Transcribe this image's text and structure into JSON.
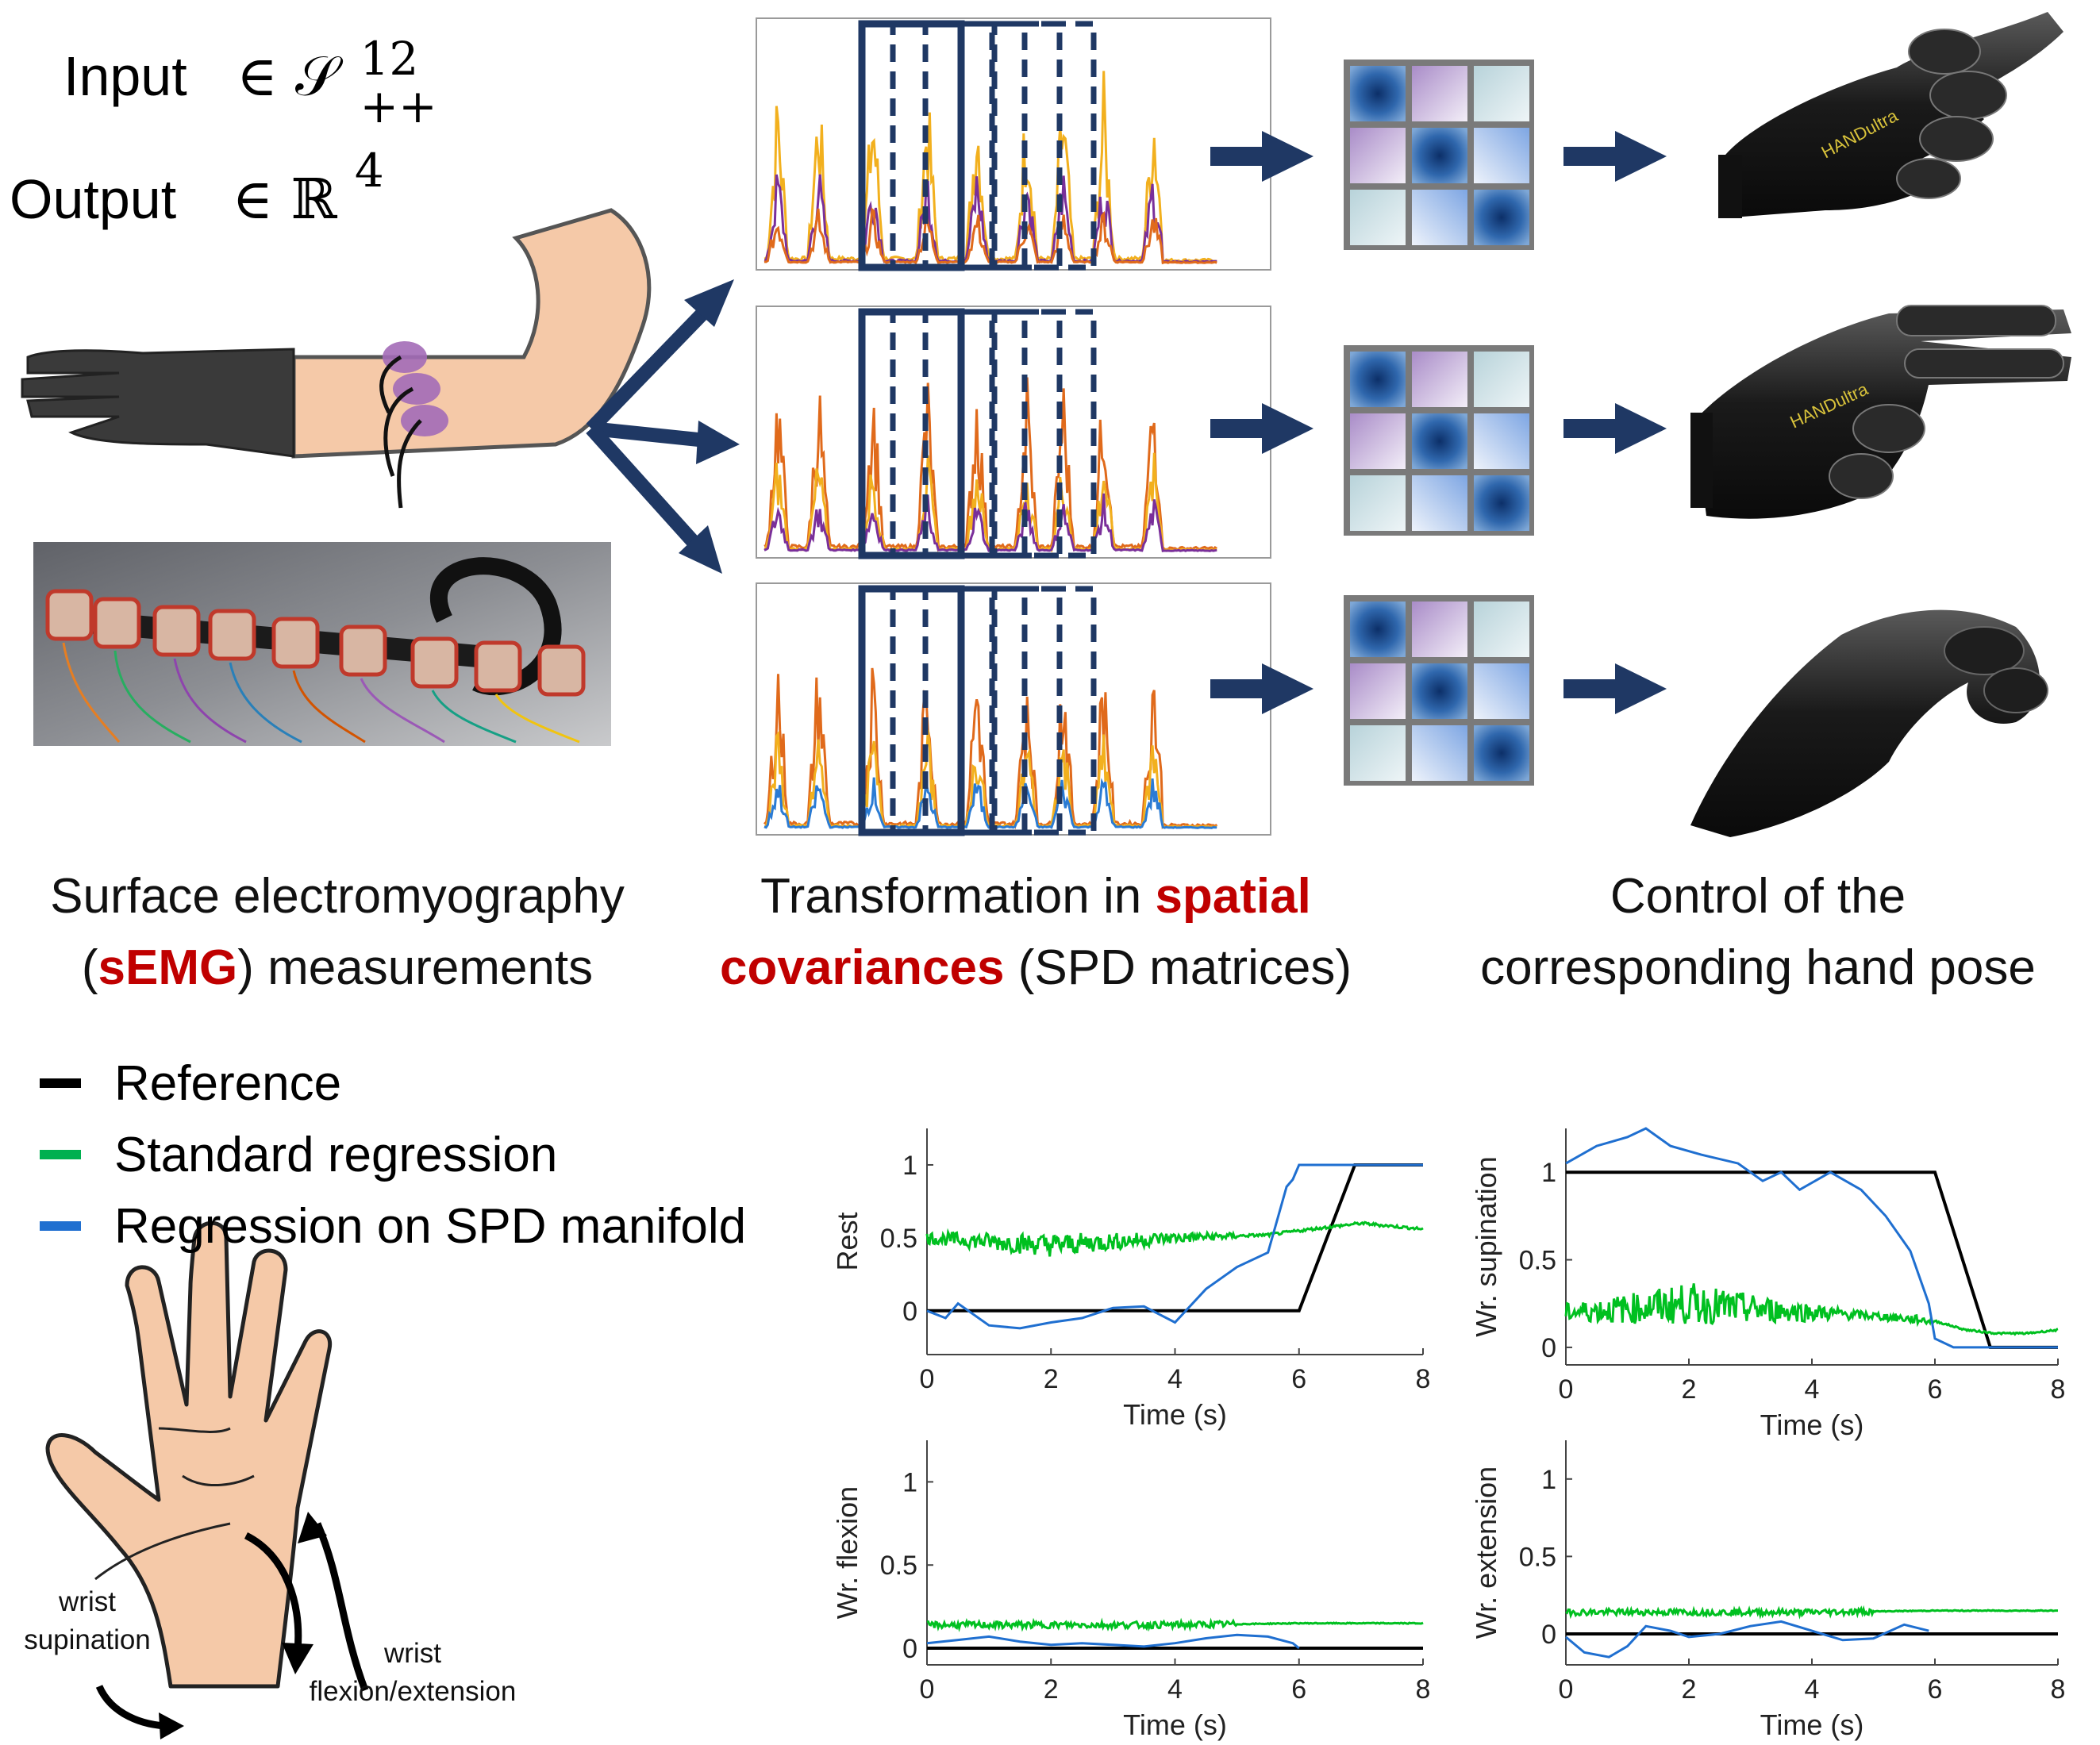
{
  "io": {
    "input_label": "Input",
    "input_symbol": "∈ 𝒮",
    "input_sup": "12",
    "input_sub": "++",
    "output_label": "Output",
    "output_symbol": "∈ ℝ",
    "output_sup": "4"
  },
  "captions": {
    "semg_line1": "Surface electromyography",
    "semg_paren_open": "(",
    "semg_highlight": "sEMG",
    "semg_line2_rest": ") measurements",
    "transform_line1_pre": "Transformation in ",
    "transform_line1_hl": "spatial",
    "transform_line2_hl": "covariances",
    "transform_line2_rest": " (SPD matrices)",
    "control_line1": "Control of the",
    "control_line2": "corresponding hand pose"
  },
  "hand_brand": "HANDultra",
  "legend": [
    {
      "label": "Reference",
      "color": "#000000"
    },
    {
      "label": "Standard regression",
      "color": "#00b050"
    },
    {
      "label": "Regression on SPD manifold",
      "color": "#1f6fd0"
    }
  ],
  "hand_diagram": {
    "wrist_supination": [
      "wrist",
      "supination"
    ],
    "wrist_flexion": [
      "wrist",
      "flexion/extension"
    ]
  },
  "colors": {
    "navy": "#1f3864",
    "highlight_red": "#c00000",
    "emg_orange": "#e06a1b",
    "emg_yellow": "#f2b01e",
    "emg_purple": "#7a2f9a",
    "emg_blue": "#2a7bd4",
    "skin": "#f5c9a8"
  },
  "chart_data": [
    {
      "type": "line",
      "ylabel": "Rest",
      "xlabel": "Time (s)",
      "xlim": [
        0,
        8
      ],
      "ylim": [
        -0.3,
        1.25
      ],
      "xticks": [
        0,
        2,
        4,
        6,
        8
      ],
      "yticks": [
        0,
        0.5,
        1
      ],
      "ytick_labels": [
        "0",
        "0.5",
        "1"
      ],
      "series": [
        {
          "name": "Reference",
          "x": [
            0,
            6.0,
            6.9,
            8
          ],
          "y": [
            0,
            0,
            1,
            1
          ]
        },
        {
          "name": "Standard regression",
          "x": [
            0,
            2,
            4,
            5.5,
            6.2,
            7.0,
            8
          ],
          "y": [
            0.5,
            0.45,
            0.5,
            0.52,
            0.56,
            0.6,
            0.56
          ]
        },
        {
          "name": "Regression on SPD manifold",
          "x": [
            0,
            0.3,
            0.5,
            1.0,
            1.5,
            2.0,
            2.5,
            3.0,
            3.5,
            4.0,
            4.5,
            5.0,
            5.5,
            5.8,
            5.9,
            6.0,
            6.3,
            6.7,
            8
          ],
          "y": [
            0,
            -0.05,
            0.05,
            -0.1,
            -0.12,
            -0.08,
            -0.05,
            0.02,
            0.03,
            -0.08,
            0.15,
            0.3,
            0.4,
            0.85,
            0.9,
            1.0,
            1.0,
            1.0,
            1.0
          ]
        }
      ]
    },
    {
      "type": "line",
      "ylabel": "Wr. supination",
      "xlabel": "Time (s)",
      "xlim": [
        0,
        8
      ],
      "ylim": [
        -0.1,
        1.25
      ],
      "xticks": [
        0,
        2,
        4,
        6,
        8
      ],
      "yticks": [
        0,
        0.5,
        1
      ],
      "ytick_labels": [
        "0",
        "0.5",
        "1"
      ],
      "series": [
        {
          "name": "Reference",
          "x": [
            0,
            6.0,
            6.9,
            8
          ],
          "y": [
            1,
            1,
            0,
            0
          ]
        },
        {
          "name": "Standard regression",
          "x": [
            0,
            1,
            2,
            3,
            4,
            5,
            6,
            6.5,
            7,
            7.5,
            8
          ],
          "y": [
            0.2,
            0.22,
            0.25,
            0.22,
            0.2,
            0.18,
            0.15,
            0.1,
            0.08,
            0.08,
            0.1
          ]
        },
        {
          "name": "Regression on SPD manifold",
          "x": [
            0,
            0.5,
            1.0,
            1.3,
            1.7,
            2.2,
            2.8,
            3.2,
            3.5,
            3.8,
            4.3,
            4.8,
            5.2,
            5.6,
            5.9,
            6.0,
            6.3,
            8
          ],
          "y": [
            1.05,
            1.15,
            1.2,
            1.25,
            1.15,
            1.1,
            1.05,
            0.95,
            1.0,
            0.9,
            1.0,
            0.9,
            0.75,
            0.55,
            0.25,
            0.05,
            0,
            0
          ]
        }
      ]
    },
    {
      "type": "line",
      "ylabel": "Wr. flexion",
      "xlabel": "Time (s)",
      "xlim": [
        0,
        8
      ],
      "ylim": [
        -0.1,
        1.25
      ],
      "xticks": [
        0,
        2,
        4,
        6,
        8
      ],
      "yticks": [
        0,
        0.5,
        1
      ],
      "ytick_labels": [
        "0",
        "0.5",
        "1"
      ],
      "series": [
        {
          "name": "Reference",
          "x": [
            0,
            8
          ],
          "y": [
            0,
            0
          ]
        },
        {
          "name": "Standard regression",
          "x": [
            0,
            2,
            4,
            6,
            8
          ],
          "y": [
            0.14,
            0.14,
            0.14,
            0.15,
            0.15
          ]
        },
        {
          "name": "Regression on SPD manifold",
          "x": [
            0,
            0.5,
            1.0,
            1.5,
            2.0,
            2.5,
            3.0,
            3.5,
            4.0,
            4.5,
            5.0,
            5.5,
            5.9,
            6.0
          ],
          "y": [
            0.03,
            0.05,
            0.07,
            0.04,
            0.02,
            0.03,
            0.02,
            0.01,
            0.03,
            0.06,
            0.08,
            0.07,
            0.03,
            0
          ]
        }
      ]
    },
    {
      "type": "line",
      "ylabel": "Wr. extension",
      "xlabel": "Time (s)",
      "xlim": [
        0,
        8
      ],
      "ylim": [
        -0.2,
        1.25
      ],
      "xticks": [
        0,
        2,
        4,
        6,
        8
      ],
      "yticks": [
        0,
        0.5,
        1
      ],
      "ytick_labels": [
        "0",
        "0.5",
        "1"
      ],
      "series": [
        {
          "name": "Reference",
          "x": [
            0,
            8
          ],
          "y": [
            0,
            0
          ]
        },
        {
          "name": "Standard regression",
          "x": [
            0,
            2,
            4,
            6,
            8
          ],
          "y": [
            0.14,
            0.14,
            0.14,
            0.15,
            0.15
          ]
        },
        {
          "name": "Regression on SPD manifold",
          "x": [
            0,
            0.3,
            0.7,
            1.0,
            1.3,
            1.7,
            2.0,
            2.5,
            3.0,
            3.5,
            4.0,
            4.5,
            5.0,
            5.5,
            5.9
          ],
          "y": [
            -0.02,
            -0.12,
            -0.15,
            -0.08,
            0.05,
            0.02,
            -0.02,
            0.0,
            0.05,
            0.08,
            0.02,
            -0.04,
            -0.03,
            0.06,
            0.02
          ]
        }
      ]
    }
  ]
}
